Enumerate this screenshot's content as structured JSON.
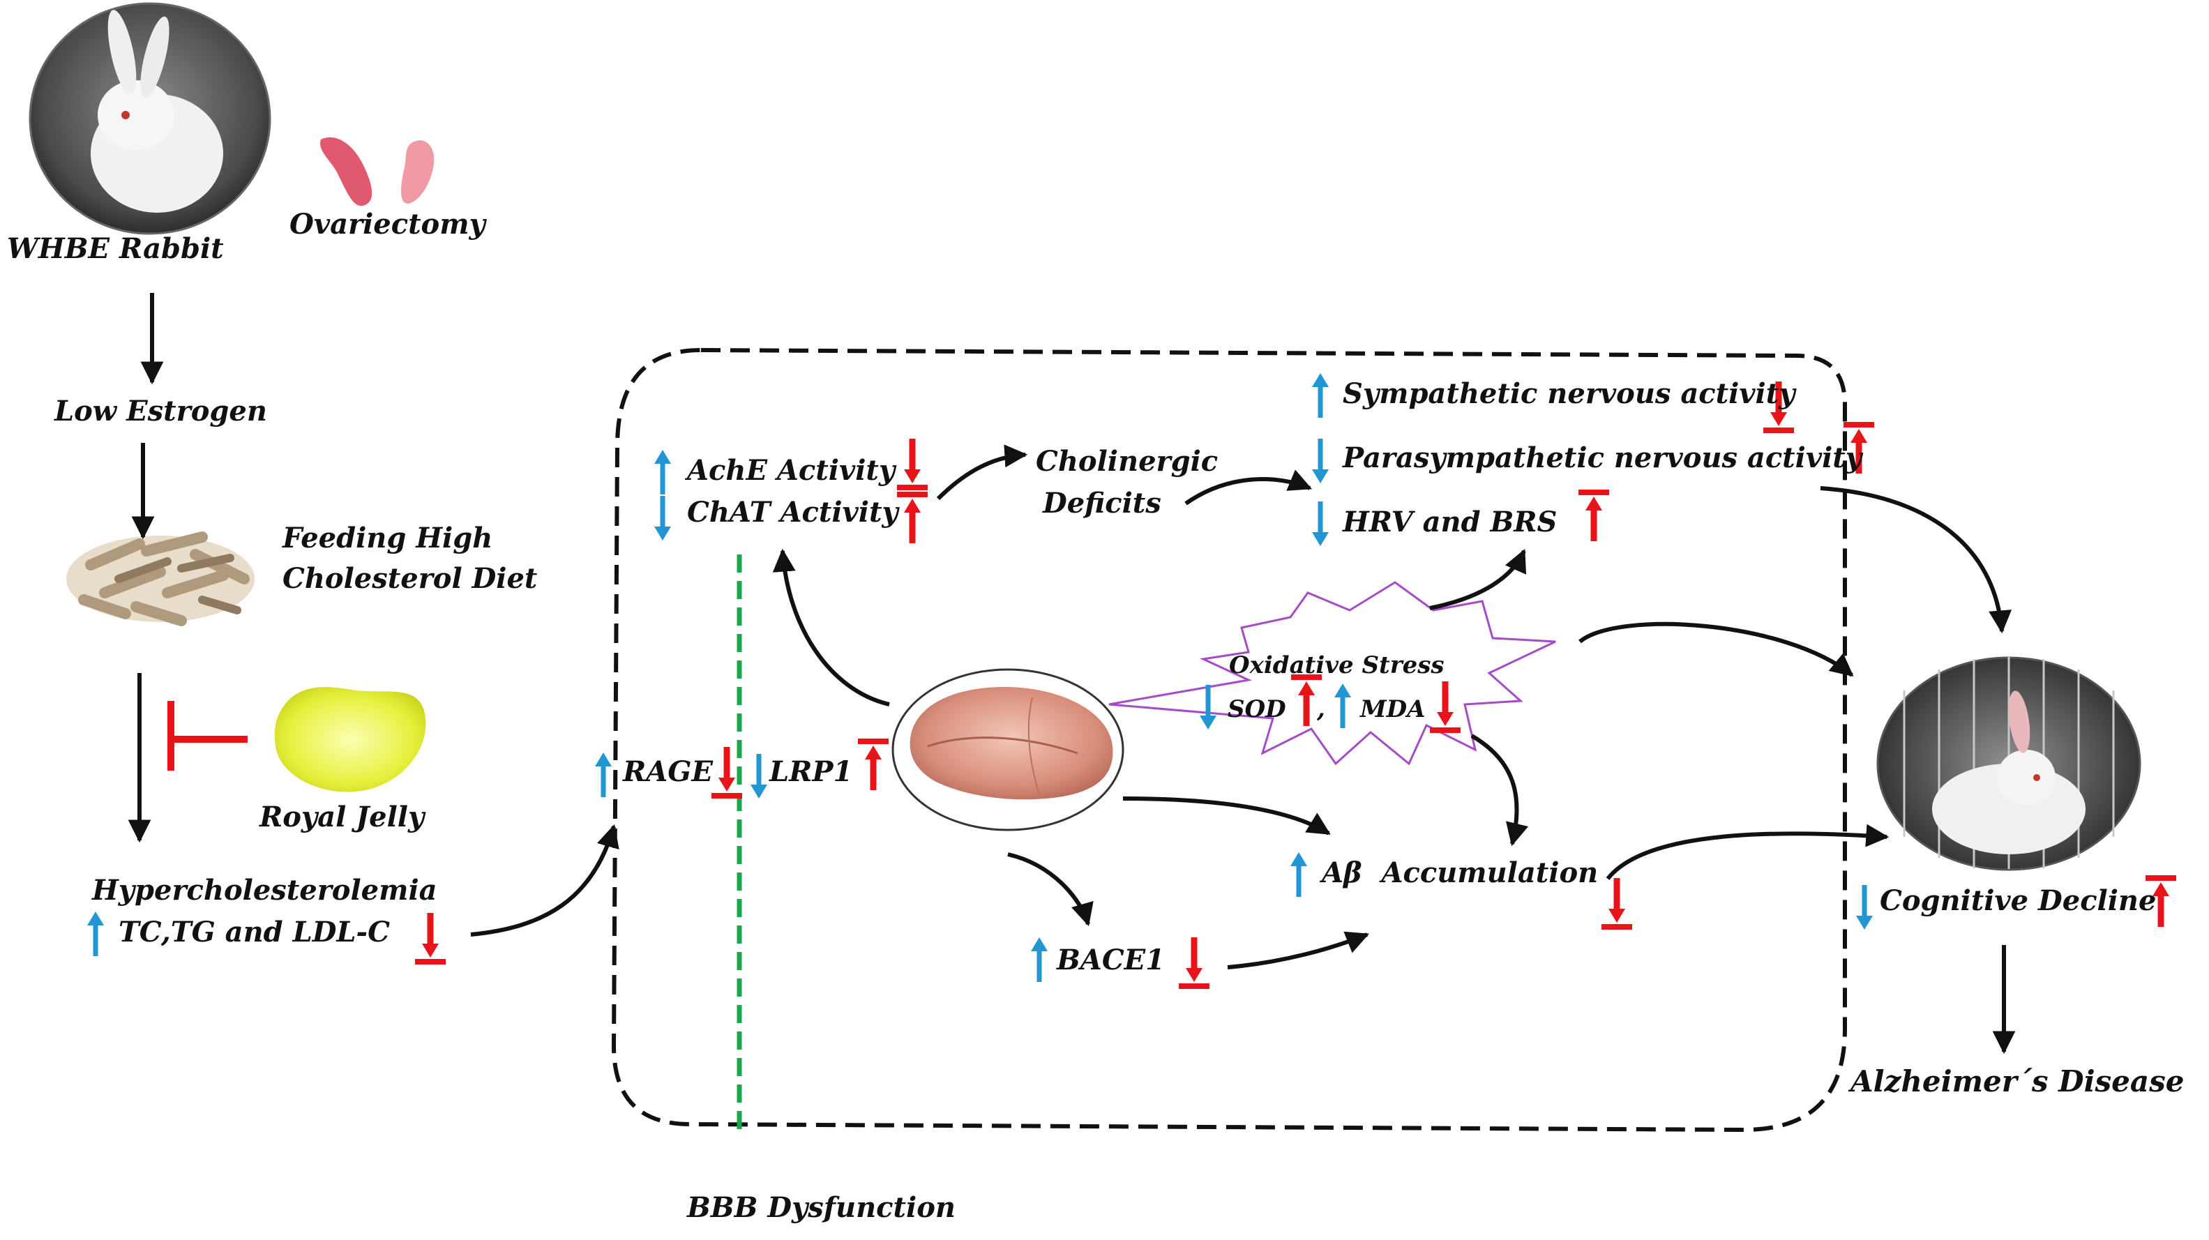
{
  "colors": {
    "up_effect": "#2196d3",
    "reverse_effect": "#e8141a",
    "bbb_line": "#1aa64a",
    "stress_outline": "#a64bc8",
    "text": "#111111"
  },
  "icons": {
    "up_arrow": "blue-up-arrow-icon",
    "down_arrow": "blue-down-arrow-icon",
    "reversed_up": "red-up-tee-icon",
    "reversed_down": "red-down-tee-icon",
    "inhibition": "red-inhibition-tee-icon"
  },
  "labels": {
    "whbe_rabbit": "WHBE Rabbit",
    "ovariectomy": "Ovariectomy",
    "low_estrogen": "Low Estrogen",
    "feeding_line1": "Feeding High",
    "feeding_line2": "Cholesterol Diet",
    "royal_jelly": "Royal Jelly",
    "hypercholesterolemia": "Hypercholesterolemia",
    "lipids": "TC,TG and LDL-C",
    "rage": "RAGE",
    "lrp1": "LRP1",
    "ache": "AchE Activity",
    "chat": "ChAT Activity",
    "cholinergic_line1": "Cholinergic",
    "cholinergic_line2": "Deficits",
    "sympathetic": "Sympathetic nervous activity",
    "parasympathetic": "Parasympathetic nervous activity",
    "hrv_brs": "HRV and BRS",
    "oxidative_stress": "Oxidative Stress",
    "sod": "SOD",
    "comma": ",",
    "mda": "MDA",
    "abeta": "Aβ  Accumulation",
    "bace1": "BACE1",
    "cognitive_decline": "Cognitive Decline",
    "alzheimers": "Alzheimer´s Disease",
    "bbb": "BBB Dysfunction"
  }
}
